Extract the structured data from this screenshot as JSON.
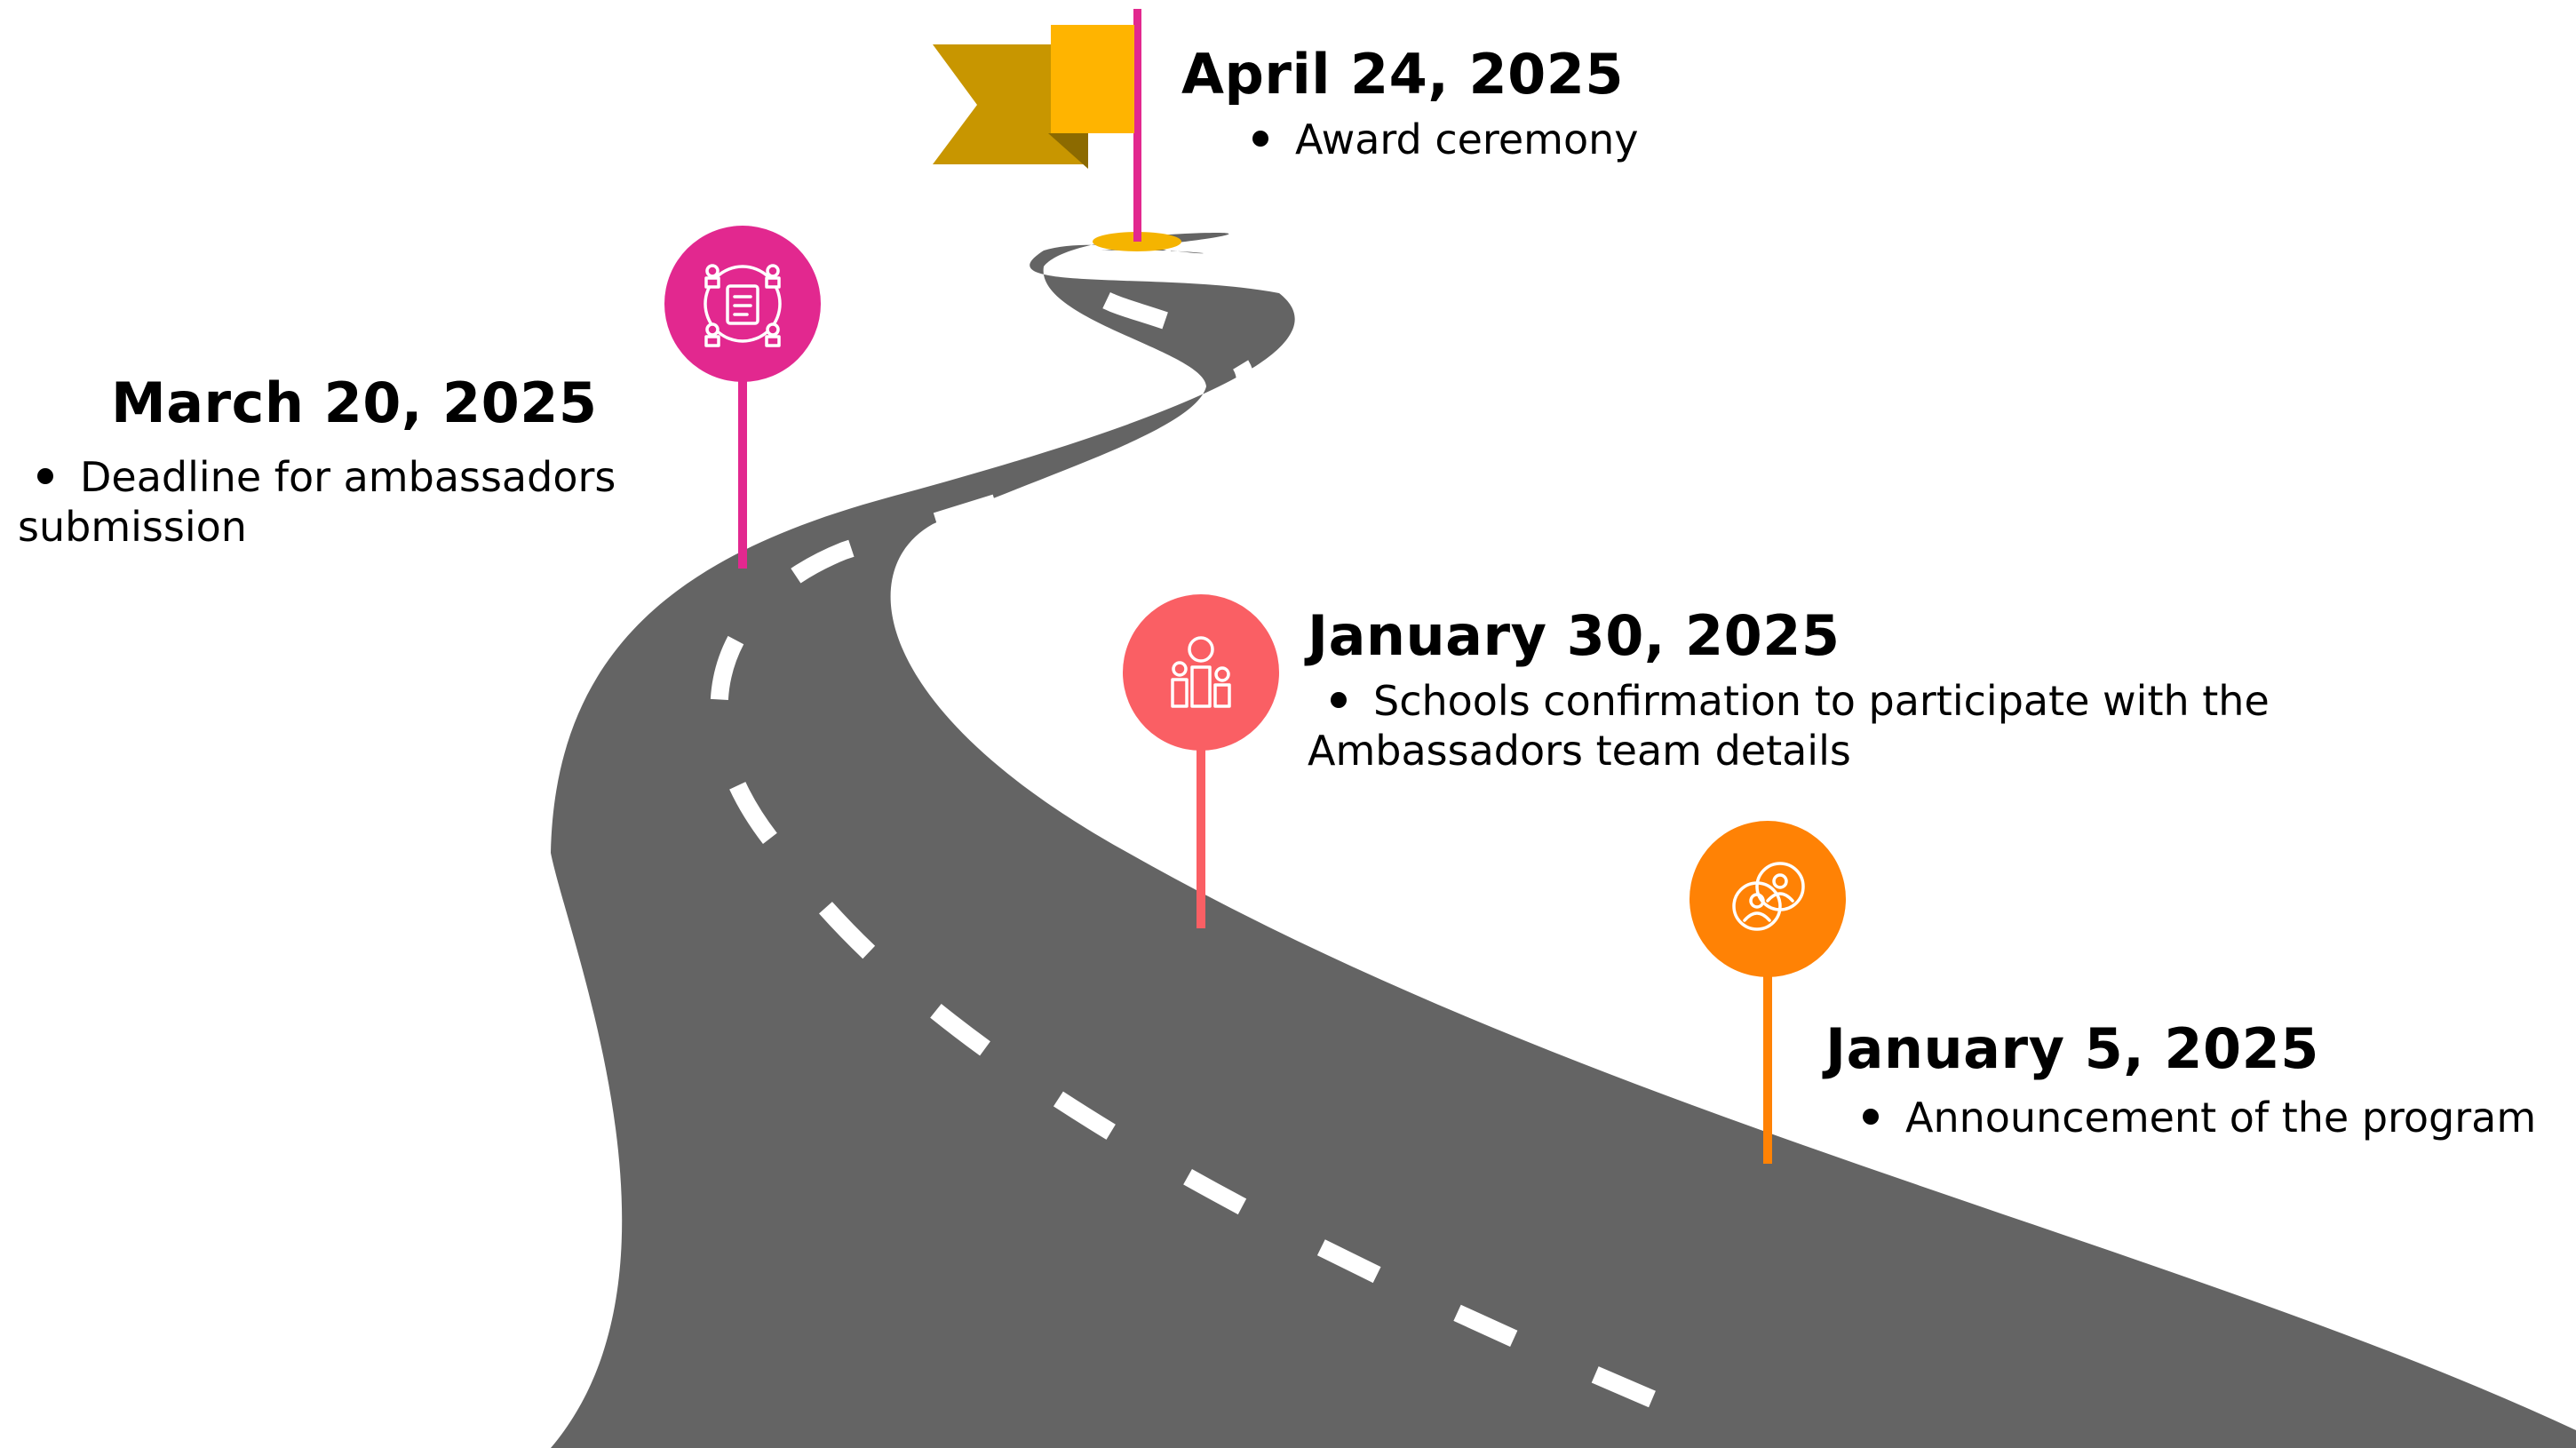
{
  "milestones": [
    {
      "date": "January 5, 2025",
      "description": "Announcement of the program",
      "color": "#FF8205",
      "icon": "people-network-icon"
    },
    {
      "date": "January 30, 2025",
      "description": "Schools confirmation to participate with the Ambassadors team details",
      "color": "#FA5F64",
      "icon": "podium-coin-icon"
    },
    {
      "date": "March 20, 2025",
      "description": "Deadline for ambassadors submission",
      "color": "#E2288F",
      "icon": "document-team-icon"
    },
    {
      "date": "April 24, 2025",
      "description": "Award ceremony",
      "color": "#FFB400",
      "icon": "finish-flag-icon"
    }
  ],
  "road": {
    "color": "#646464",
    "marking_color": "#ffffff"
  }
}
